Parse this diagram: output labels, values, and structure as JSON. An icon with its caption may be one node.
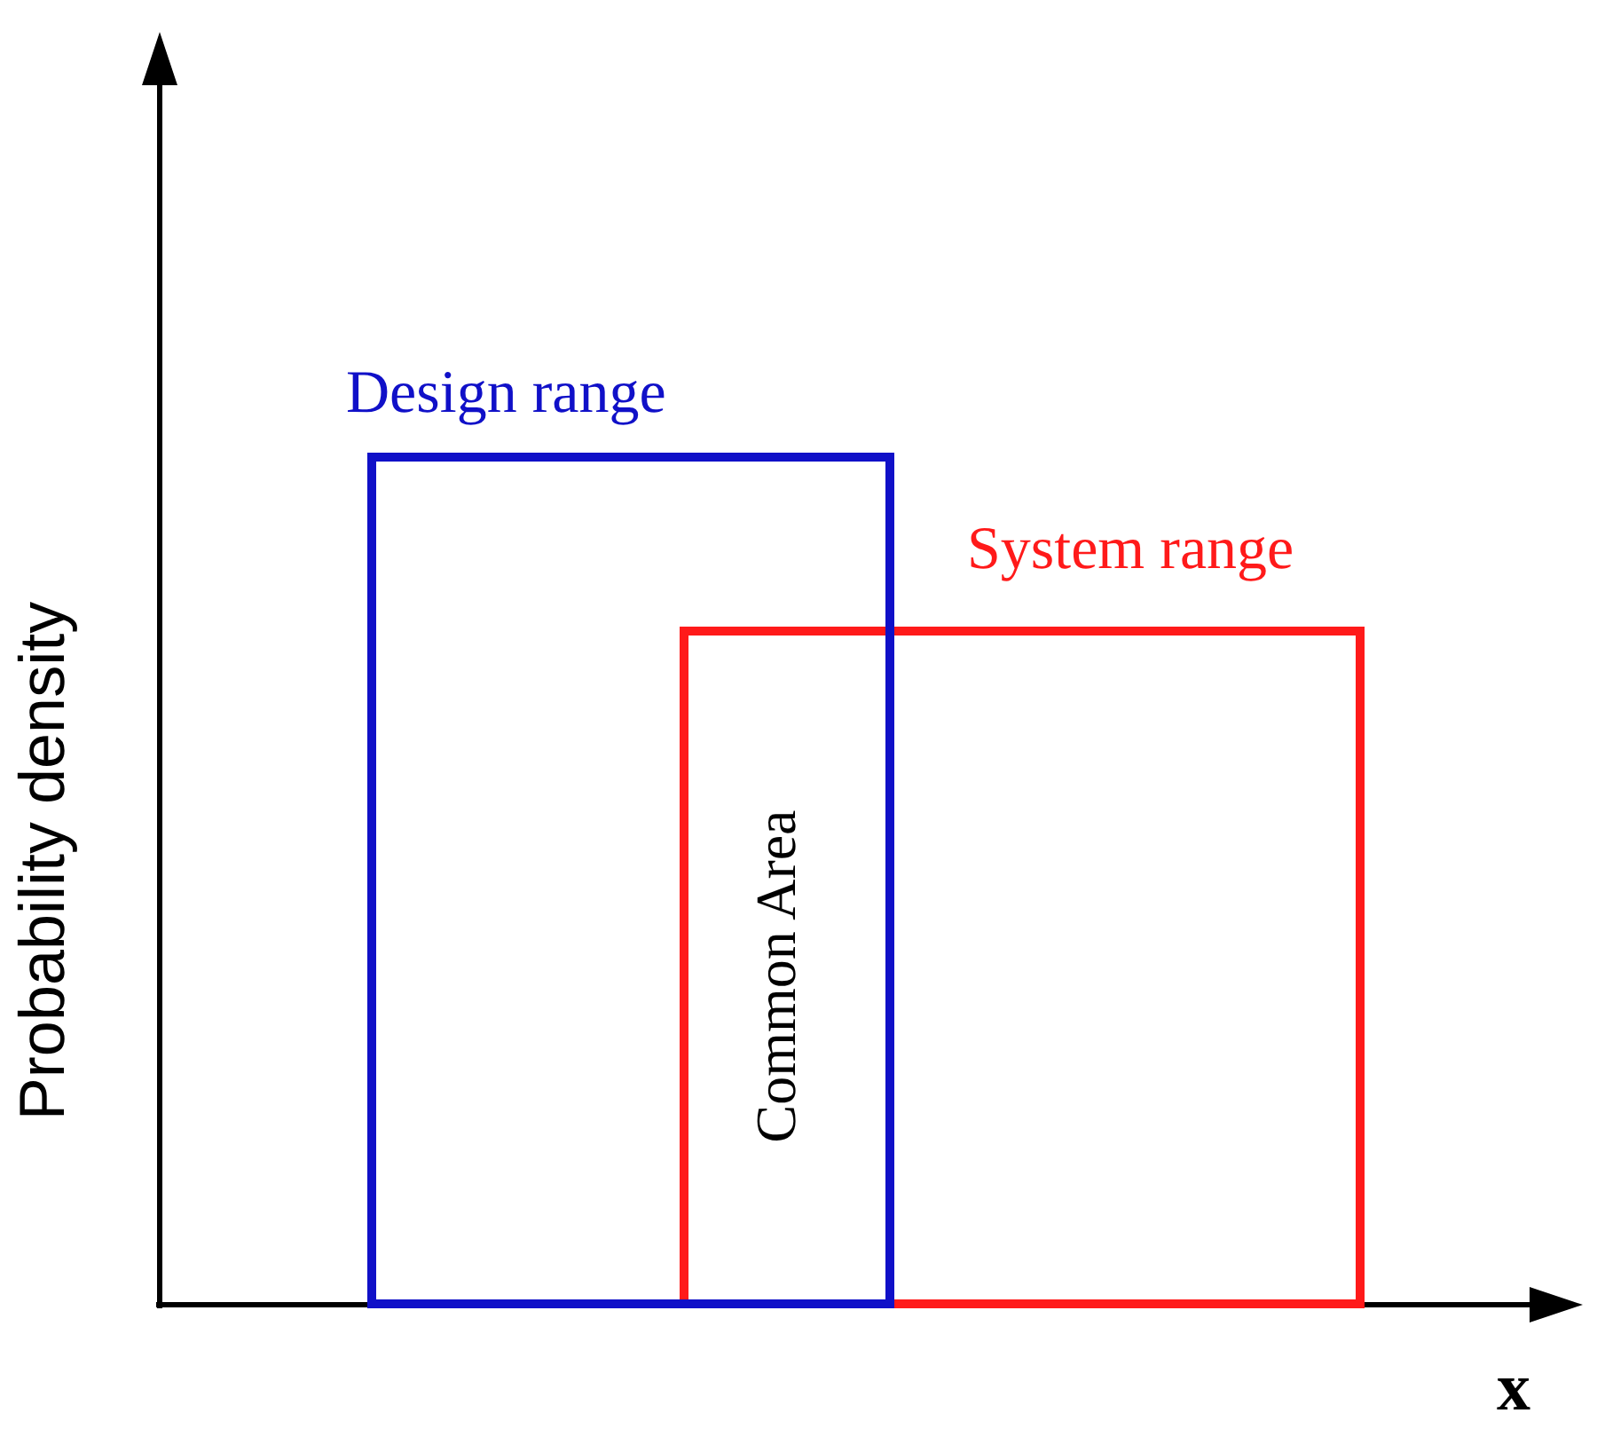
{
  "diagram": {
    "nodes": [
      {
        "text": [
          "Design range"
        ]
      },
      {
        "text": [
          "System range"
        ]
      }
    ],
    "edges": [],
    "labels": [
      "Probability density",
      "Common Area",
      "x"
    ]
  }
}
